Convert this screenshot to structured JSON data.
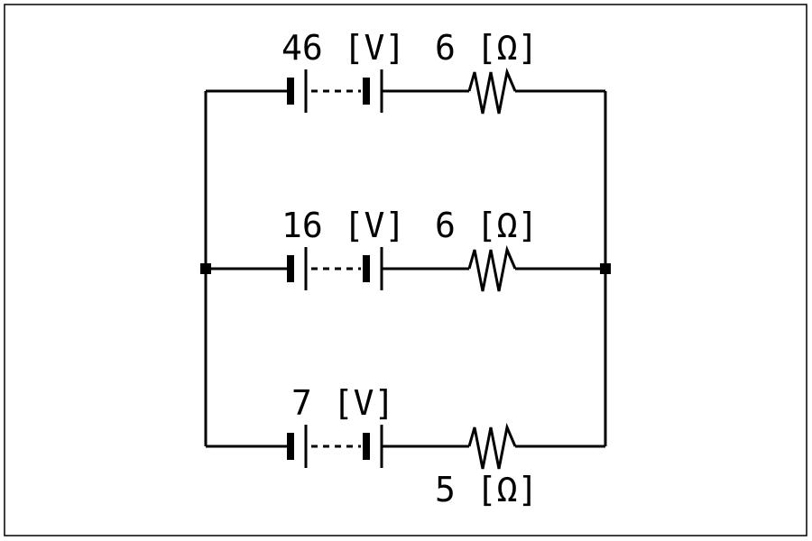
{
  "branches": [
    {
      "voltage_label": "46 [V]",
      "resistance_label": "6 [Ω]"
    },
    {
      "voltage_label": "16 [V]",
      "resistance_label": "6 [Ω]"
    },
    {
      "voltage_label": "7 [V]",
      "resistance_label": "5 [Ω]"
    }
  ]
}
